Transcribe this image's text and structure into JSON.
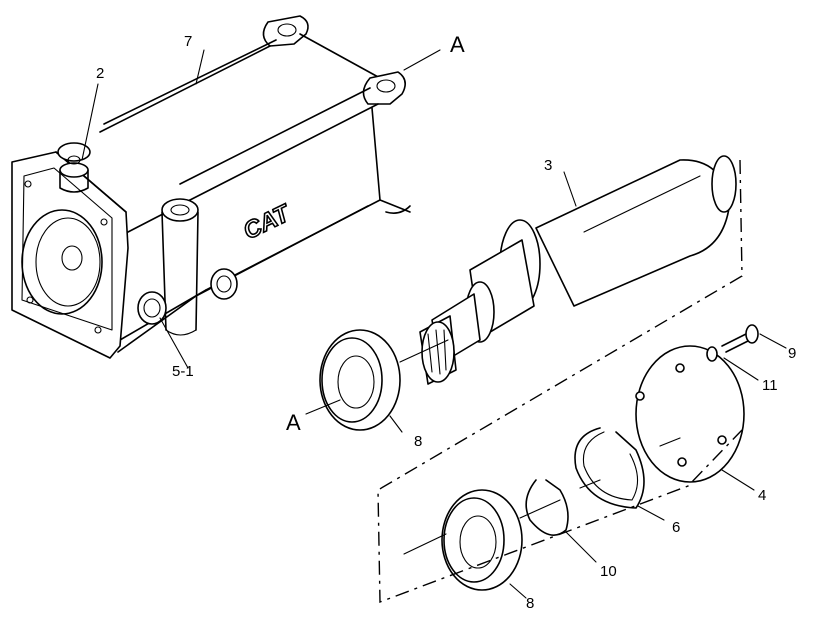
{
  "diagram": {
    "brand_logo": "CAT",
    "callouts": {
      "c7": "7",
      "c2": "2",
      "c3": "3",
      "c5_1": "5-1",
      "c8a": "8",
      "c8b": "8",
      "c9": "9",
      "c11": "11",
      "c4": "4",
      "c6": "6",
      "c10": "10"
    },
    "section_marks": {
      "top": "A",
      "left": "A"
    }
  }
}
